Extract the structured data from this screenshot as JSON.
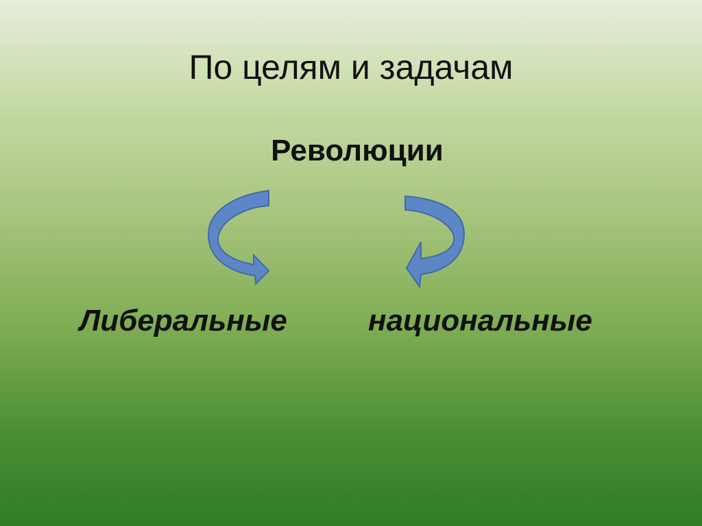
{
  "slide": {
    "title": "По целям и задачам",
    "subtitle": "Революции",
    "left_term": "Либеральные",
    "right_term": "национальные",
    "arrow_color": "#5d86c7",
    "arrow_outline": "#416aaa"
  }
}
